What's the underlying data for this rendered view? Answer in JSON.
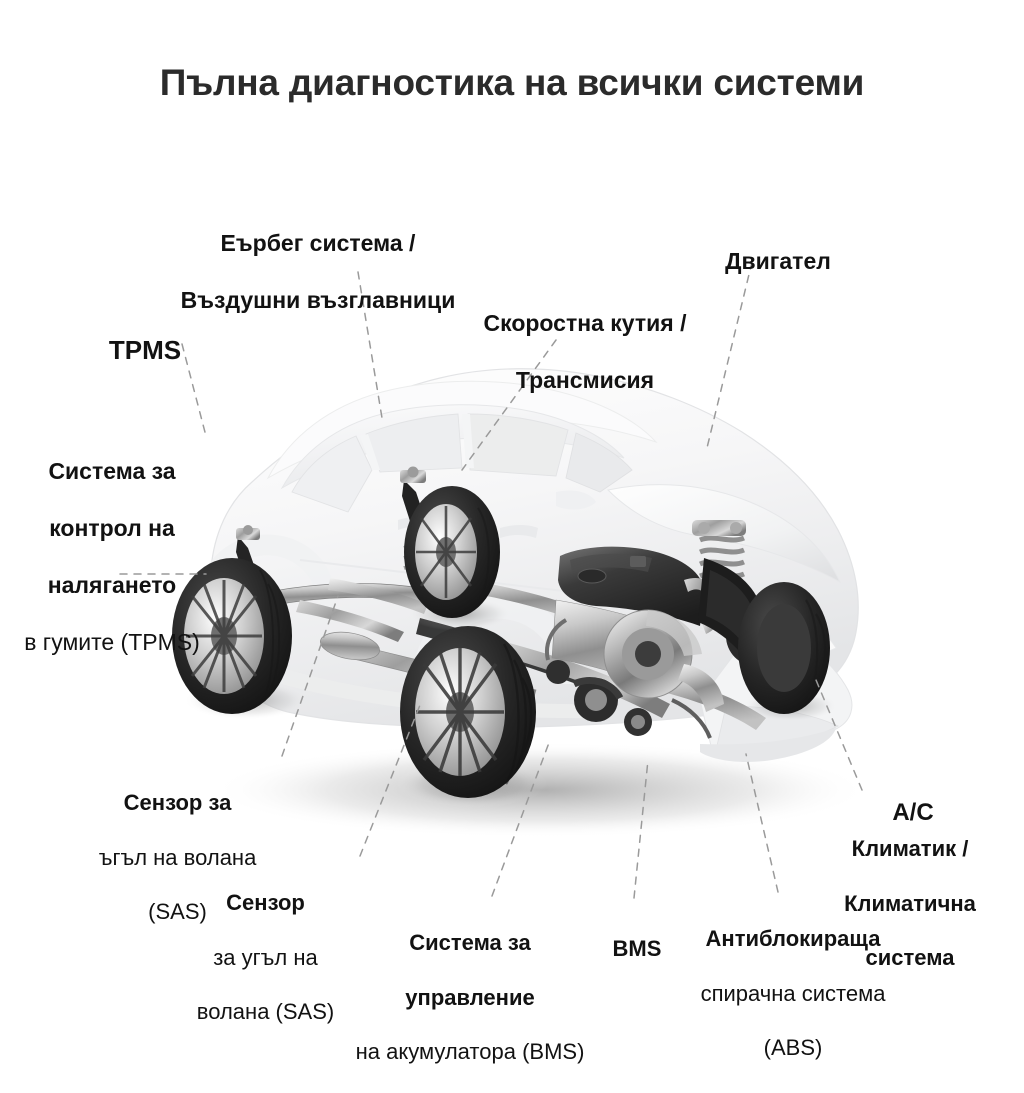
{
  "page": {
    "title": "Пълна диагностика на всички системи",
    "background_color": "#ffffff",
    "text_color": "#121212",
    "title_color": "#2b2b2b",
    "leader_line_color": "#9a9a9a",
    "language": "bg"
  },
  "illustration": {
    "name": "cutaway-car-chassis",
    "description": "Ghosted white hatchback car body in three-quarter front view with visible chassis, suspension, drivetrain, engine and wheels"
  },
  "labels": {
    "airbag": {
      "line1": "Еърбег система /",
      "line2": "Въздушни възглавници"
    },
    "engine": {
      "line1": "Двигател"
    },
    "gearbox": {
      "line1": "Скоростна кутия /",
      "line2": "Трансмисия"
    },
    "tpms_short": {
      "line1": "TPMS"
    },
    "tpms_description": {
      "line1": "Система за",
      "line2": "контрол на",
      "line3": "налягането",
      "line4": "в гумите (TPMS)"
    },
    "sas_primary": {
      "line1": "Сензор за",
      "line2": "ъгъл на волана",
      "line3": "(SAS)"
    },
    "sas_secondary": {
      "line1": "Сензор",
      "line2": "за угъл на",
      "line3": "волана (SAS)"
    },
    "bms_description": {
      "line1": "Система за",
      "line2": "управление",
      "line3": "на акумулатора (BMS)"
    },
    "bms_short": {
      "line1": "BMS"
    },
    "abs": {
      "line1": "Антиблокираща",
      "line2": "спирачна система",
      "line3": "(ABS)"
    },
    "ac_short": {
      "line1": "A/C"
    },
    "ac_description": {
      "line1": "Климатик /",
      "line2": "Климатична",
      "line3": "система"
    }
  }
}
